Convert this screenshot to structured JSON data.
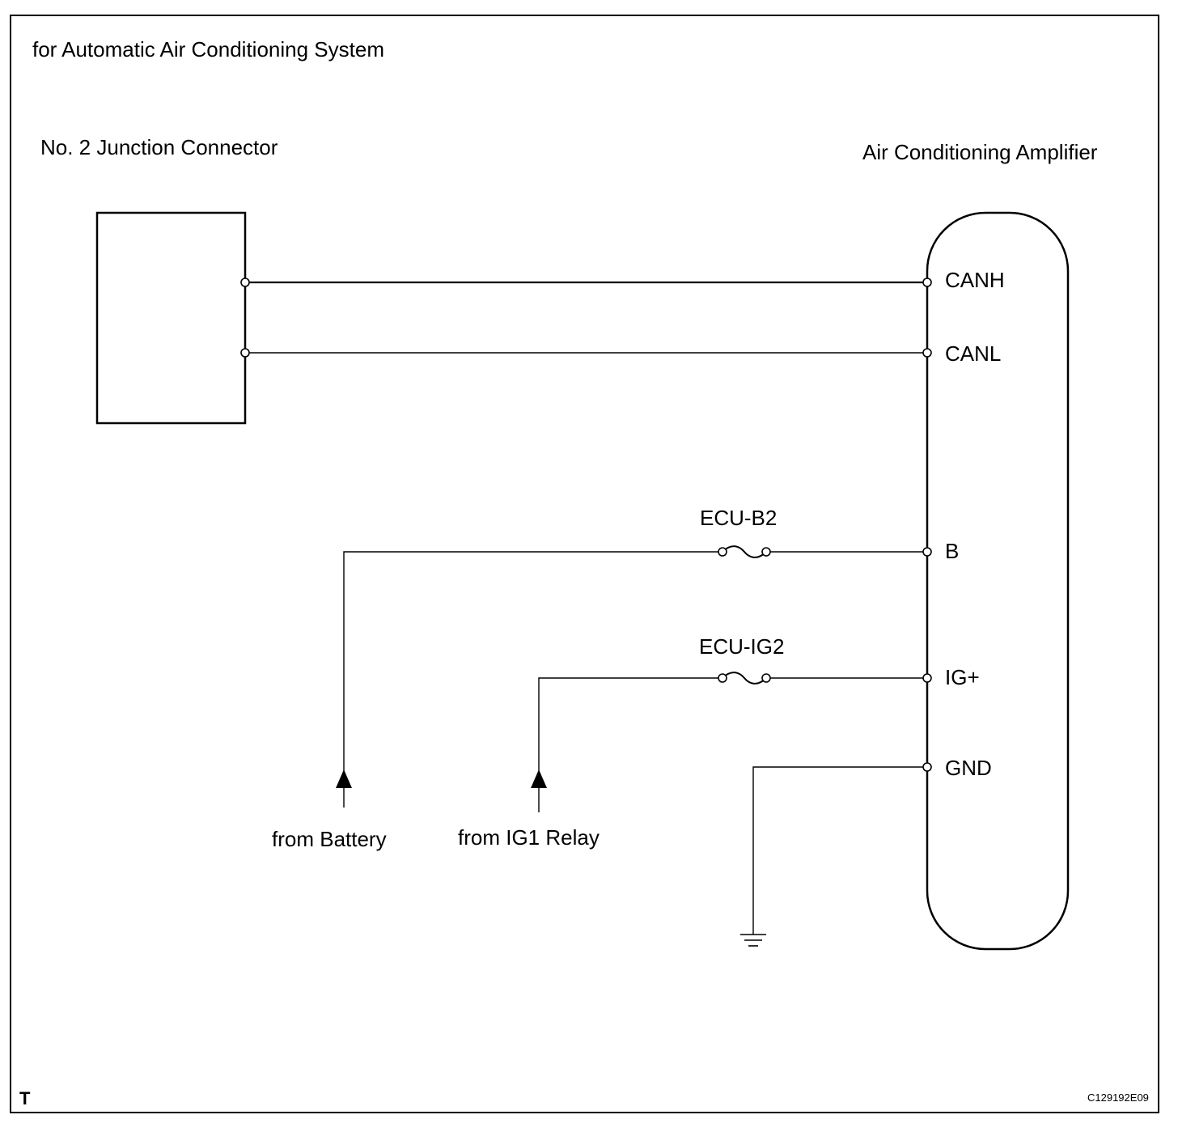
{
  "title": "for Automatic Air Conditioning System",
  "components": {
    "junction_connector": "No. 2 Junction Connector",
    "amplifier": "Air Conditioning Amplifier"
  },
  "terminals": {
    "canh": "CANH",
    "canl": "CANL",
    "b": "B",
    "ig": "IG+",
    "gnd": "GND"
  },
  "fuses": {
    "ecu_b2": "ECU-B2",
    "ecu_ig2": "ECU-IG2"
  },
  "sources": {
    "battery": "from Battery",
    "ig1_relay": "from IG1 Relay"
  },
  "footer": {
    "marker": "T",
    "code": "C129192E09"
  }
}
